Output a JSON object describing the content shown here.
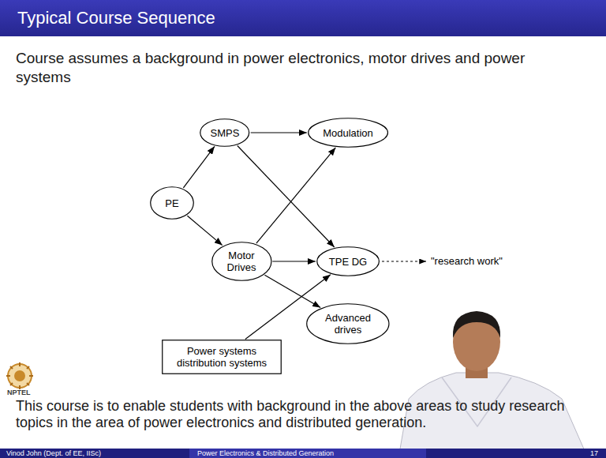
{
  "diagram": {
    "title": "Typical Course Sequence",
    "nodes": [
      {
        "text": [
          "SMPS"
        ]
      },
      {
        "text": [
          "Modulation"
        ]
      },
      {
        "text": [
          "PE"
        ]
      },
      {
        "text": [
          "Motor Drives"
        ]
      },
      {
        "text": [
          "TPE DG"
        ]
      },
      {
        "text": [
          "Advanced drives"
        ]
      },
      {
        "text": [
          "Power systems distribution systems"
        ]
      }
    ],
    "edges": [
      {
        "from": 2,
        "to": 0,
        "arrow": "to"
      },
      {
        "from": 2,
        "to": 3,
        "arrow": "to"
      },
      {
        "from": 0,
        "to": 1,
        "arrow": "to"
      },
      {
        "from": 0,
        "to": 4,
        "arrow": "to"
      },
      {
        "from": 3,
        "to": 1,
        "arrow": "to"
      },
      {
        "from": 3,
        "to": 4,
        "arrow": "to"
      },
      {
        "from": 3,
        "to": 5,
        "arrow": "to"
      },
      {
        "from": 6,
        "to": 4,
        "arrow": "to"
      }
    ],
    "labels": [
      "Course assumes a background in power electronics, motor drives and power systems",
      "\"research work\"",
      "NPTEL",
      "This course is to enable students with background in the above areas to study research topics in the area of power electronics and distributed generation.",
      "Vinod John (Dept. of EE, IISc)",
      "Power Electronics & Distributed Generation",
      "17"
    ]
  }
}
